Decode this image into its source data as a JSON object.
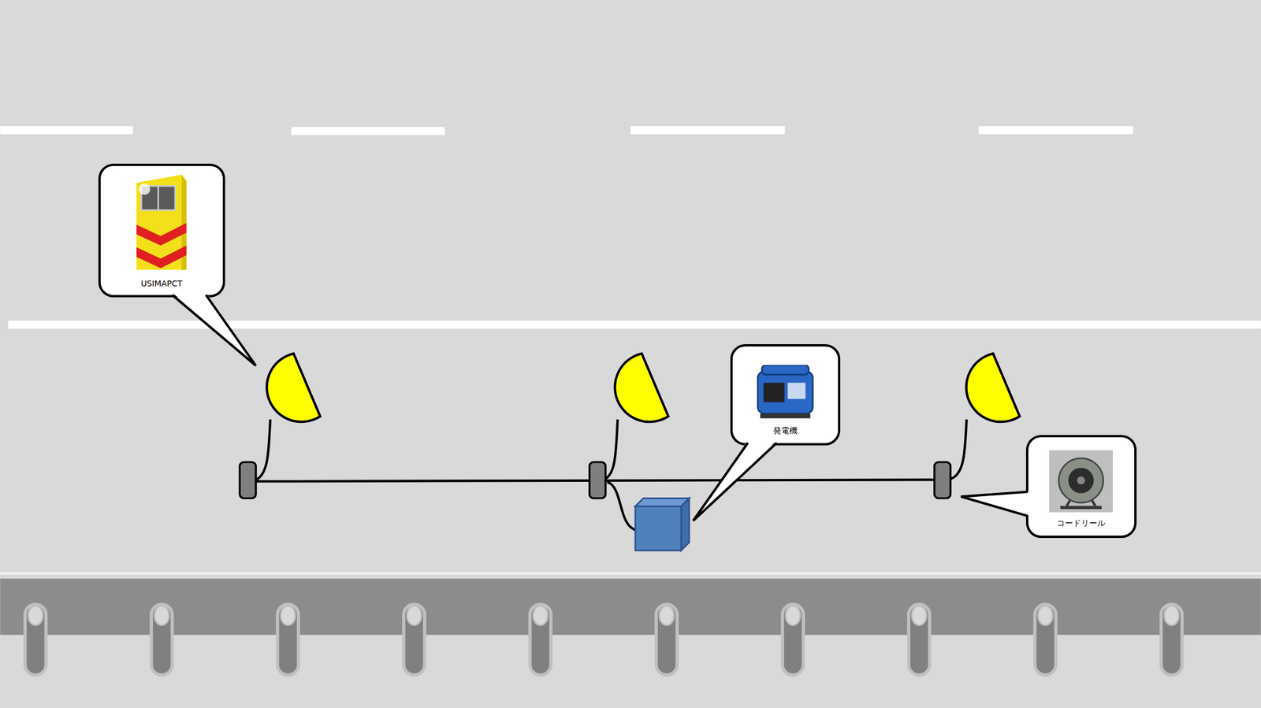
{
  "diagram": {
    "nodes": [
      {
        "text": [
          "USIMAPCT"
        ]
      },
      {
        "text": [
          "発電機"
        ]
      },
      {
        "text": [
          "コードリール"
        ]
      }
    ]
  }
}
